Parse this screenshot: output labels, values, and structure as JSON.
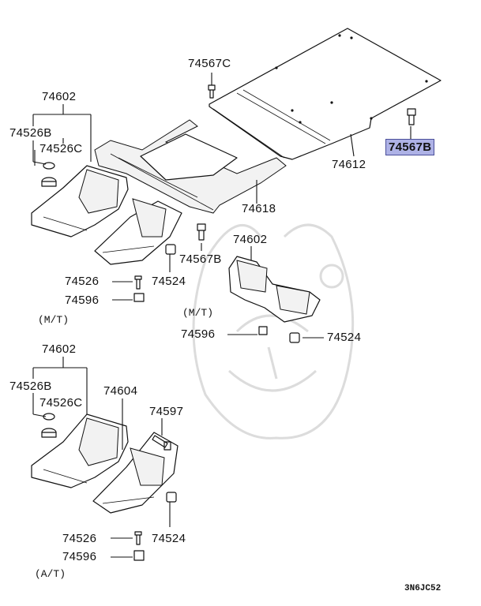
{
  "labels": {
    "p74567c_top": "74567C",
    "p74602_a": "74602",
    "p74526b_a": "74526B",
    "p74526c_a": "74526C",
    "p74612": "74612",
    "p74567b_hl": "74567B",
    "p74618": "74618",
    "p74602_b": "74602",
    "p74567b_mid": "74567B",
    "p74526_a": "74526",
    "p74524_a": "74524",
    "p74596_a": "74596",
    "p74596_b": "74596",
    "p74524_b": "74524",
    "p74602_c": "74602",
    "p74526b_c": "74526B",
    "p74526c_c": "74526C",
    "p74604": "74604",
    "p74597": "74597",
    "p74526_c": "74526",
    "p74524_c": "74524",
    "p74596_c": "74596"
  },
  "variants": {
    "mt_left": "(M/T)",
    "mt_mid": "(M/T)",
    "at": "(A/T)"
  },
  "diagram_code": "3N6JC52",
  "highlight_color": "#aeb2e6"
}
